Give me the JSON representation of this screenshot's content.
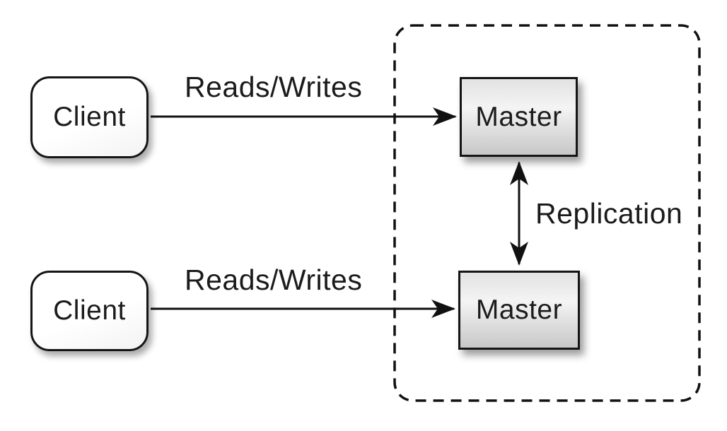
{
  "diagram": {
    "type": "architecture-diagram",
    "background": "#ffffff",
    "nodes": [
      {
        "id": "client-1",
        "label": "Client",
        "shape": "rounded-rectangle",
        "fill": "#ffffff"
      },
      {
        "id": "client-2",
        "label": "Client",
        "shape": "rounded-rectangle",
        "fill": "#ffffff"
      },
      {
        "id": "master-1",
        "label": "Master",
        "shape": "rectangle",
        "fill": "#d9d9d9"
      },
      {
        "id": "master-2",
        "label": "Master",
        "shape": "rectangle",
        "fill": "#d9d9d9"
      }
    ],
    "edges": [
      {
        "from": "client-1",
        "to": "master-1",
        "label": "Reads/Writes",
        "direction": "one-way"
      },
      {
        "from": "client-2",
        "to": "master-2",
        "label": "Reads/Writes",
        "direction": "one-way"
      },
      {
        "from": "master-1",
        "to": "master-2",
        "label": "Replication",
        "direction": "two-way"
      }
    ],
    "group": {
      "contains": [
        "master-1",
        "master-2"
      ],
      "border_style": "dashed"
    },
    "colors": {
      "line": "#111111",
      "text": "#1b1b1b",
      "node_border": "#151515",
      "master_fill_top": "#e2e2e2",
      "master_fill_bottom": "#c7c7c7"
    }
  }
}
